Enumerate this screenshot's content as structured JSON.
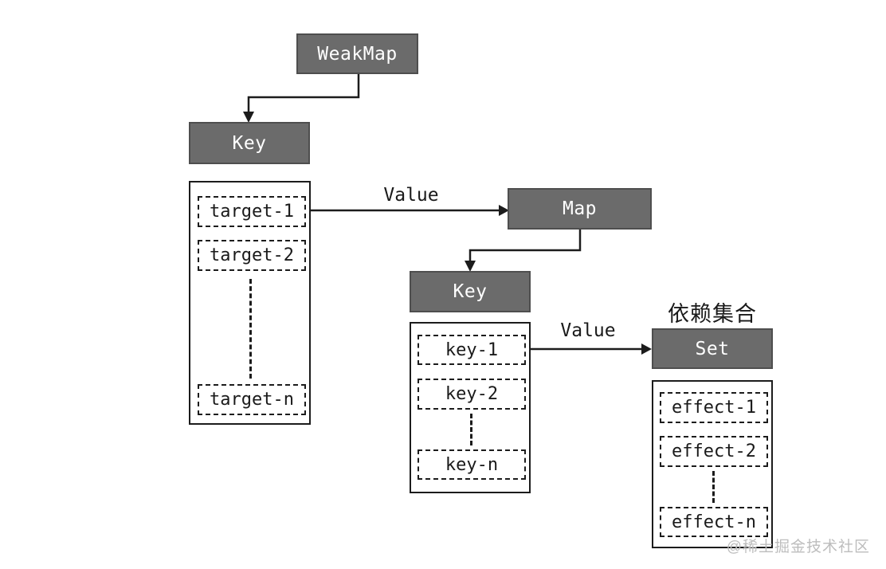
{
  "diagram": {
    "nodes": {
      "weakmap": "WeakMap",
      "key_outer": "Key",
      "map": "Map",
      "key_inner": "Key",
      "set": "Set"
    },
    "edges": {
      "value_label_outer": "Value",
      "value_label_inner": "Value"
    },
    "set_caption": "依赖集合",
    "targets": [
      "target-1",
      "target-2",
      "target-n"
    ],
    "keys": [
      "key-1",
      "key-2",
      "key-n"
    ],
    "effects": [
      "effect-1",
      "effect-2",
      "effect-n"
    ],
    "colors": {
      "background": "#ffffff",
      "node_fill": "#6b6b6b",
      "node_border": "#4e4e4e",
      "node_text": "#ffffff",
      "line": "#1c1c1c",
      "text": "#1a1a1a",
      "watermark": "#bdbdbd"
    },
    "watermark": "@稀土掘金技术社区"
  }
}
